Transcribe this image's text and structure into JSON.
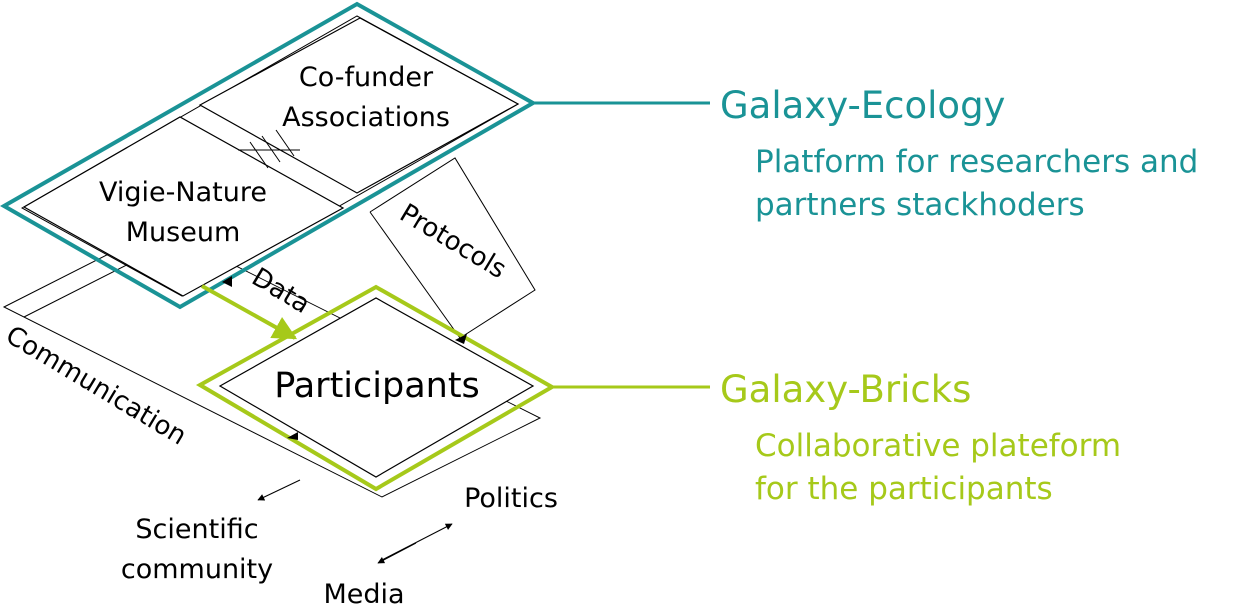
{
  "colors": {
    "ecology": "#1a9396",
    "bricks": "#a6c91a",
    "line": "#000000"
  },
  "nodes": {
    "cofunder": [
      "Co-funder",
      "Associations"
    ],
    "vigie": [
      "Vigie-Nature",
      "Museum"
    ],
    "participants": "Participants"
  },
  "flows": {
    "protocols": "Protocols",
    "data": "Data",
    "communication": "Communication"
  },
  "audiences": {
    "scientific": [
      "Scientific",
      "community"
    ],
    "politics": "Politics",
    "media": "Media"
  },
  "platforms": {
    "ecology": {
      "title": "Galaxy-Ecology",
      "description": [
        "Platform for researchers and",
        "partners stackhoders"
      ]
    },
    "bricks": {
      "title": "Galaxy-Bricks",
      "description": [
        "Collaborative plateform",
        "for the participants"
      ]
    }
  }
}
